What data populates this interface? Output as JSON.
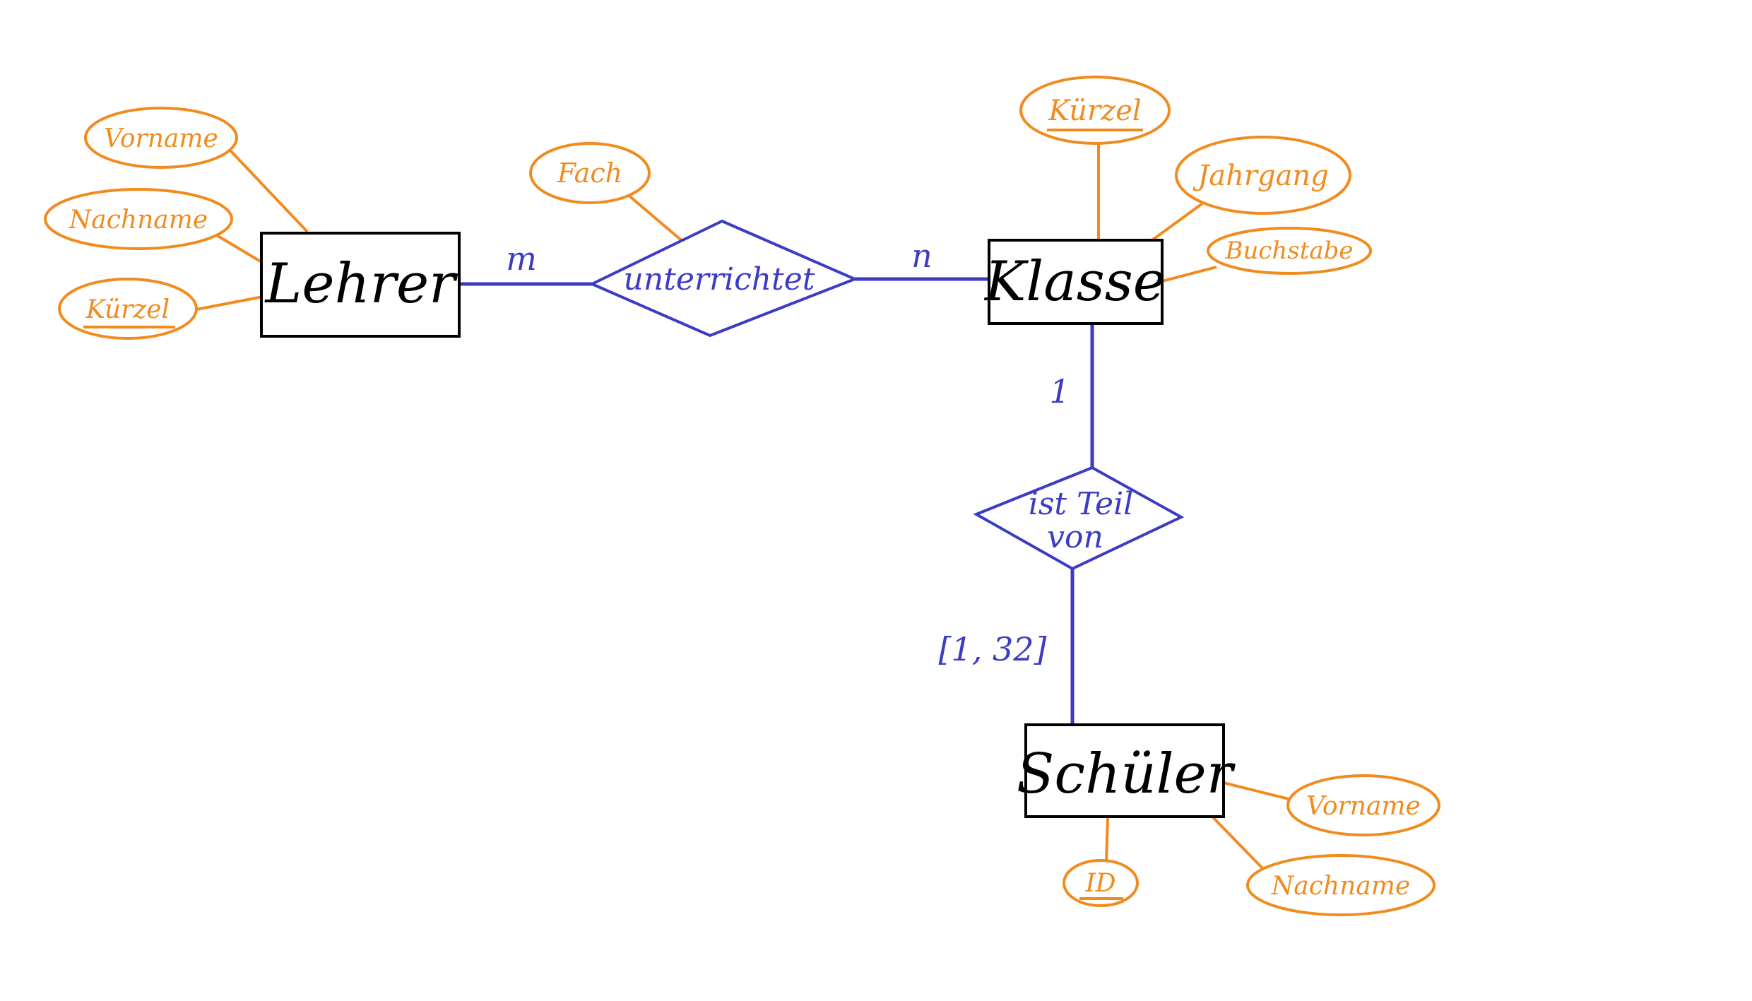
{
  "entities": {
    "lehrer": "Lehrer",
    "klasse": "Klasse",
    "schueler": "Schüler"
  },
  "relationships": {
    "unterrichtet": "unterrichtet",
    "ist_teil_von": [
      "ist Teil",
      "von"
    ]
  },
  "cardinalities": {
    "lehrer_side": "m",
    "klasse_side": "n",
    "klasse_teil": "1",
    "schueler_teil": "[1, 32]"
  },
  "attributes": {
    "lehrer": {
      "vorname": "Vorname",
      "nachname": "Nachname",
      "kuerzel": "Kürzel"
    },
    "unterrichtet": {
      "fach": "Fach"
    },
    "klasse": {
      "kuerzel": "Kürzel",
      "jahrgang": "Jahrgang",
      "buchstabe": "Buchstabe"
    },
    "schueler": {
      "vorname": "Vorname",
      "nachname": "Nachname",
      "id": "ID"
    }
  },
  "colors": {
    "entity": "#000000",
    "relationship": "#3b3bc4",
    "attribute": "#f28b1e"
  }
}
